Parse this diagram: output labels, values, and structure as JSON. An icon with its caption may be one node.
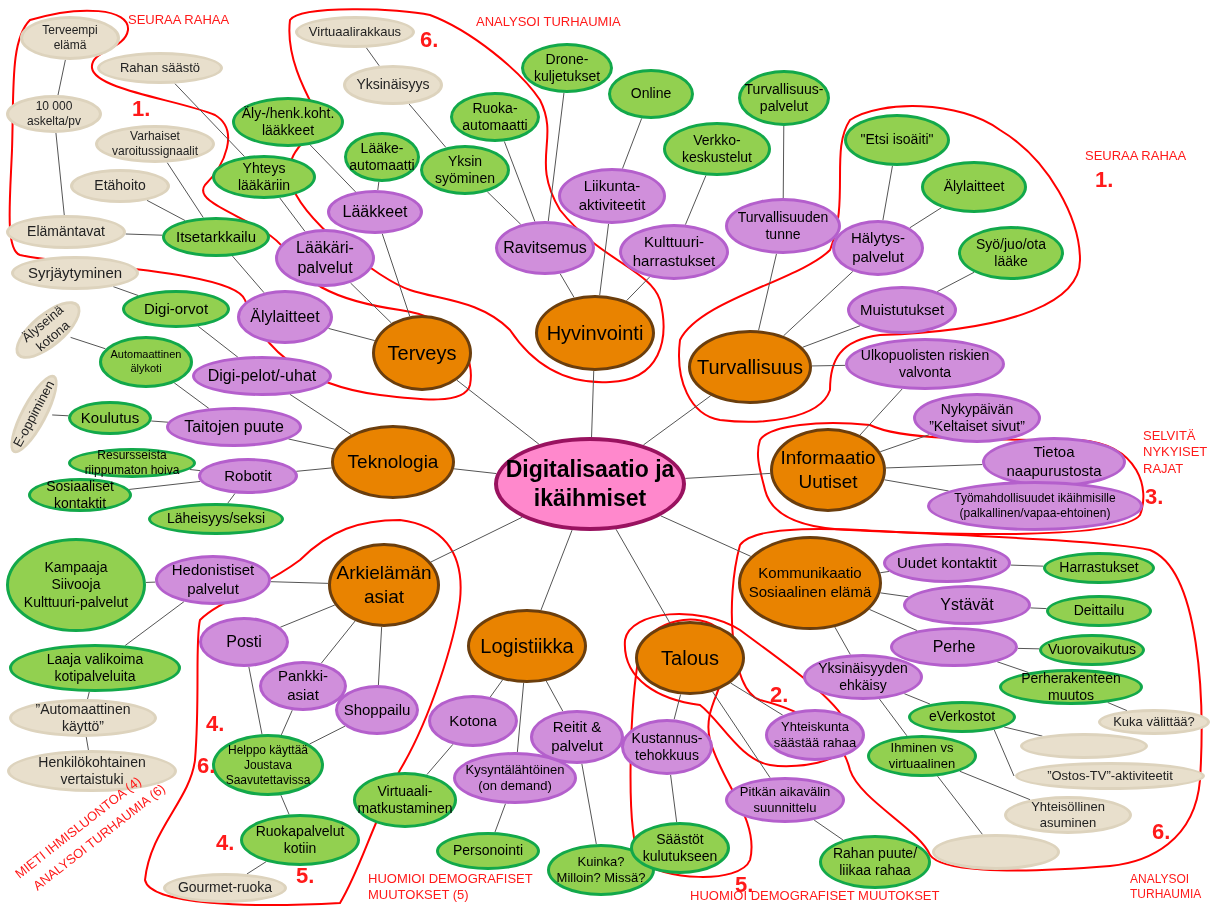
{
  "diagram": {
    "nodes": [
      {
        "text": [
          "Digitalisaatio ja ikäihmiset"
        ]
      },
      {
        "text": [
          "Terveys"
        ]
      },
      {
        "text": [
          "Hyvinvointi"
        ]
      },
      {
        "text": [
          "Turvallisuus"
        ]
      },
      {
        "text": [
          "Teknologia"
        ]
      },
      {
        "text": [
          "Informaatio",
          "Uutiset"
        ]
      },
      {
        "text": [
          "Arkielämän asiat"
        ]
      },
      {
        "text": [
          "Logistiikka"
        ]
      },
      {
        "text": [
          "Talous"
        ]
      },
      {
        "text": [
          "Kommunikaatio",
          "Sosiaalinen elämä"
        ]
      },
      {
        "text": [
          "Lääkkeet"
        ]
      },
      {
        "text": [
          "Lääkäri-palvelut"
        ]
      },
      {
        "text": [
          "Älylaitteet"
        ]
      },
      {
        "text": [
          "Äly-/henk.koht. lääkkeet"
        ]
      },
      {
        "text": [
          "Lääke-automaatti"
        ]
      },
      {
        "text": [
          "Yhteys lääkäriin"
        ]
      },
      {
        "text": [
          "Itsetarkkailu"
        ]
      },
      {
        "text": [
          "Elämäntavat"
        ]
      },
      {
        "text": [
          "Etähoito"
        ]
      },
      {
        "text": [
          "Varhaiset varoitussignaalit"
        ]
      },
      {
        "text": [
          "10 000 askelta/pv"
        ]
      },
      {
        "text": [
          "Terveempi elämä"
        ]
      },
      {
        "text": [
          "Rahan säästö"
        ]
      },
      {
        "text": [
          "Ravitsemus"
        ]
      },
      {
        "text": [
          "Liikunta-aktiviteetit"
        ]
      },
      {
        "text": [
          "Kulttuuri-harrastukset"
        ]
      },
      {
        "text": [
          "Yksin syöminen"
        ]
      },
      {
        "text": [
          "Ruoka-automaatti"
        ]
      },
      {
        "text": [
          "Drone-kuljetukset"
        ]
      },
      {
        "text": [
          "Online"
        ]
      },
      {
        "text": [
          "Verkko-keskustelut"
        ]
      },
      {
        "text": [
          "Yksinäisyys"
        ]
      },
      {
        "text": [
          "Virtuaalirakkaus"
        ]
      },
      {
        "text": [
          "Turvallisuuden tunne"
        ]
      },
      {
        "text": [
          "Hälytys-palvelut"
        ]
      },
      {
        "text": [
          "Muistutukset"
        ]
      },
      {
        "text": [
          "Ulkopuolisten riskien valvonta"
        ]
      },
      {
        "text": [
          "Turvallisuus-palvelut"
        ]
      },
      {
        "text": [
          "\"Etsi isoäiti\""
        ]
      },
      {
        "text": [
          "Älylaitteet"
        ]
      },
      {
        "text": [
          "Syö/juo/ota lääke"
        ]
      },
      {
        "text": [
          "Nykypäivän ”Keltaiset sivut”"
        ]
      },
      {
        "text": [
          "Tietoa naapurustosta"
        ]
      },
      {
        "text": [
          "Työmahdollisuudet ikäihmisille (palkallinen/vapaa-ehtoinen)"
        ]
      },
      {
        "text": [
          "Digi-pelot/-uhat"
        ]
      },
      {
        "text": [
          "Taitojen puute"
        ]
      },
      {
        "text": [
          "Robotit"
        ]
      },
      {
        "text": [
          "Digi-orvot"
        ]
      },
      {
        "text": [
          "Automaattinen älykoti"
        ]
      },
      {
        "text": [
          "Koulutus"
        ]
      },
      {
        "text": [
          "Syrjäytyminen"
        ]
      },
      {
        "text": [
          "Älyseinä kotona"
        ]
      },
      {
        "text": [
          "E-oppiminen"
        ]
      },
      {
        "text": [
          "Resursseista riippumaton hoiva"
        ]
      },
      {
        "text": [
          "Sosiaaliset kontaktit"
        ]
      },
      {
        "text": [
          "Läheisyys/seksi"
        ]
      },
      {
        "text": [
          "Hedonistiset palvelut"
        ]
      },
      {
        "text": [
          "Posti"
        ]
      },
      {
        "text": [
          "Pankki-asiat"
        ]
      },
      {
        "text": [
          "Shoppailu"
        ]
      },
      {
        "text": [
          "Kampaaja",
          "Siivooja",
          "Kulttuuri-palvelut"
        ]
      },
      {
        "text": [
          "Laaja valikoima kotipalveluita"
        ]
      },
      {
        "text": [
          "”Automaattinen käyttö”"
        ]
      },
      {
        "text": [
          "Henkilökohtainen vertaistuki"
        ]
      },
      {
        "text": [
          "Helppo käyttää",
          "Joustava",
          "Saavutettavissa"
        ]
      },
      {
        "text": [
          "Ruokapalvelut kotiin"
        ]
      },
      {
        "text": [
          "Gourmet-ruoka"
        ]
      },
      {
        "text": [
          "Kotona"
        ]
      },
      {
        "text": [
          "Kysyntälähtöinen (on demand)"
        ]
      },
      {
        "text": [
          "Reitit & palvelut"
        ]
      },
      {
        "text": [
          "Virtuaali-matkustaminen"
        ]
      },
      {
        "text": [
          "Personointi"
        ]
      },
      {
        "text": [
          "Kuinka? Milloin? Missä?"
        ]
      },
      {
        "text": [
          "Kustannus-tehokkuus"
        ]
      },
      {
        "text": [
          "Yhteiskunta säästää rahaa"
        ]
      },
      {
        "text": [
          "Pitkän aikavälin suunnittelu"
        ]
      },
      {
        "text": [
          "Säästöt kulutukseen"
        ]
      },
      {
        "text": [
          "Rahan puute/ liikaa rahaa"
        ]
      },
      {
        "text": [
          "Uudet kontaktit"
        ]
      },
      {
        "text": [
          "Ystävät"
        ]
      },
      {
        "text": [
          "Perhe"
        ]
      },
      {
        "text": [
          "Yksinäisyyden ehkäisy"
        ]
      },
      {
        "text": [
          "Harrastukset"
        ]
      },
      {
        "text": [
          "Deittailu"
        ]
      },
      {
        "text": [
          "Vuorovaikutus"
        ]
      },
      {
        "text": [
          "Perherakenteen muutos"
        ]
      },
      {
        "text": [
          "Kuka välittää?"
        ]
      },
      {
        "text": [
          "eVerkostot"
        ]
      },
      {
        "text": [
          "Ihminen vs virtuaalinen"
        ]
      },
      {
        "text": [],
        "shape": "ellipse"
      },
      {
        "text": [
          "”Ostos-TV”-aktiviteetit"
        ]
      },
      {
        "text": [
          "Yhteisöllinen asuminen"
        ]
      },
      {
        "text": [],
        "shape": "ellipse"
      }
    ],
    "edges": [
      {
        "from": 0,
        "to": 1,
        "arrow": "none"
      },
      {
        "from": 0,
        "to": 2,
        "arrow": "none"
      },
      {
        "from": 0,
        "to": 3,
        "arrow": "none"
      },
      {
        "from": 0,
        "to": 4,
        "arrow": "none"
      },
      {
        "from": 0,
        "to": 5,
        "arrow": "none"
      },
      {
        "from": 0,
        "to": 6,
        "arrow": "none"
      },
      {
        "from": 0,
        "to": 7,
        "arrow": "none"
      },
      {
        "from": 0,
        "to": 8,
        "arrow": "none"
      },
      {
        "from": 0,
        "to": 9,
        "arrow": "none"
      },
      {
        "from": 1,
        "to": 10,
        "arrow": "none"
      },
      {
        "from": 1,
        "to": 11,
        "arrow": "none"
      },
      {
        "from": 1,
        "to": 12,
        "arrow": "none"
      },
      {
        "from": 10,
        "to": 13,
        "arrow": "none"
      },
      {
        "from": 10,
        "to": 14,
        "arrow": "none"
      },
      {
        "from": 11,
        "to": 15,
        "arrow": "none"
      },
      {
        "from": 12,
        "to": 16,
        "arrow": "none"
      },
      {
        "from": 16,
        "to": 17,
        "arrow": "none"
      },
      {
        "from": 16,
        "to": 18,
        "arrow": "none"
      },
      {
        "from": 16,
        "to": 19,
        "arrow": "none"
      },
      {
        "from": 15,
        "to": 22,
        "arrow": "none"
      },
      {
        "from": 17,
        "to": 20,
        "arrow": "none"
      },
      {
        "from": 20,
        "to": 21,
        "arrow": "none"
      },
      {
        "from": 2,
        "to": 23,
        "arrow": "none"
      },
      {
        "from": 2,
        "to": 24,
        "arrow": "none"
      },
      {
        "from": 2,
        "to": 25,
        "arrow": "none"
      },
      {
        "from": 23,
        "to": 26,
        "arrow": "none"
      },
      {
        "from": 23,
        "to": 27,
        "arrow": "none"
      },
      {
        "from": 23,
        "to": 28,
        "arrow": "none"
      },
      {
        "from": 24,
        "to": 29,
        "arrow": "none"
      },
      {
        "from": 25,
        "to": 30,
        "arrow": "none"
      },
      {
        "from": 26,
        "to": 31,
        "arrow": "none"
      },
      {
        "from": 31,
        "to": 32,
        "arrow": "none"
      },
      {
        "from": 3,
        "to": 33,
        "arrow": "none"
      },
      {
        "from": 3,
        "to": 34,
        "arrow": "none"
      },
      {
        "from": 3,
        "to": 35,
        "arrow": "none"
      },
      {
        "from": 3,
        "to": 36,
        "arrow": "none"
      },
      {
        "from": 33,
        "to": 37,
        "arrow": "none"
      },
      {
        "from": 34,
        "to": 38,
        "arrow": "none"
      },
      {
        "from": 34,
        "to": 39,
        "arrow": "none"
      },
      {
        "from": 35,
        "to": 40,
        "arrow": "none"
      },
      {
        "from": 5,
        "to": 36,
        "arrow": "none"
      },
      {
        "from": 5,
        "to": 41,
        "arrow": "none"
      },
      {
        "from": 5,
        "to": 42,
        "arrow": "none"
      },
      {
        "from": 5,
        "to": 43,
        "arrow": "none"
      },
      {
        "from": 4,
        "to": 44,
        "arrow": "none"
      },
      {
        "from": 4,
        "to": 45,
        "arrow": "none"
      },
      {
        "from": 4,
        "to": 46,
        "arrow": "none"
      },
      {
        "from": 44,
        "to": 47,
        "arrow": "none"
      },
      {
        "from": 47,
        "to": 50,
        "arrow": "none"
      },
      {
        "from": 45,
        "to": 48,
        "arrow": "none"
      },
      {
        "from": 48,
        "to": 51,
        "arrow": "none"
      },
      {
        "from": 45,
        "to": 49,
        "arrow": "none"
      },
      {
        "from": 49,
        "to": 52,
        "arrow": "none"
      },
      {
        "from": 46,
        "to": 53,
        "arrow": "none"
      },
      {
        "from": 46,
        "to": 54,
        "arrow": "none"
      },
      {
        "from": 46,
        "to": 55,
        "arrow": "none"
      },
      {
        "from": 6,
        "to": 56,
        "arrow": "none"
      },
      {
        "from": 6,
        "to": 57,
        "arrow": "none"
      },
      {
        "from": 6,
        "to": 58,
        "arrow": "none"
      },
      {
        "from": 6,
        "to": 59,
        "arrow": "none"
      },
      {
        "from": 56,
        "to": 60,
        "arrow": "none"
      },
      {
        "from": 56,
        "to": 61,
        "arrow": "none"
      },
      {
        "from": 61,
        "to": 62,
        "arrow": "none"
      },
      {
        "from": 62,
        "to": 63,
        "arrow": "none"
      },
      {
        "from": 57,
        "to": 64,
        "arrow": "none"
      },
      {
        "from": 58,
        "to": 64,
        "arrow": "none"
      },
      {
        "from": 59,
        "to": 64,
        "arrow": "none"
      },
      {
        "from": 64,
        "to": 65,
        "arrow": "none"
      },
      {
        "from": 65,
        "to": 66,
        "arrow": "none"
      },
      {
        "from": 7,
        "to": 67,
        "arrow": "none"
      },
      {
        "from": 7,
        "to": 68,
        "arrow": "none"
      },
      {
        "from": 7,
        "to": 69,
        "arrow": "none"
      },
      {
        "from": 67,
        "to": 70,
        "arrow": "none"
      },
      {
        "from": 68,
        "to": 71,
        "arrow": "none"
      },
      {
        "from": 69,
        "to": 72,
        "arrow": "none"
      },
      {
        "from": 8,
        "to": 73,
        "arrow": "none"
      },
      {
        "from": 8,
        "to": 74,
        "arrow": "none"
      },
      {
        "from": 8,
        "to": 75,
        "arrow": "none"
      },
      {
        "from": 73,
        "to": 76,
        "arrow": "none"
      },
      {
        "from": 75,
        "to": 77,
        "arrow": "none"
      },
      {
        "from": 9,
        "to": 78,
        "arrow": "none"
      },
      {
        "from": 9,
        "to": 79,
        "arrow": "none"
      },
      {
        "from": 9,
        "to": 80,
        "arrow": "none"
      },
      {
        "from": 9,
        "to": 81,
        "arrow": "none"
      },
      {
        "from": 78,
        "to": 82,
        "arrow": "none"
      },
      {
        "from": 79,
        "to": 83,
        "arrow": "none"
      },
      {
        "from": 80,
        "to": 84,
        "arrow": "none"
      },
      {
        "from": 80,
        "to": 85,
        "arrow": "none"
      },
      {
        "from": 85,
        "to": 86,
        "arrow": "none"
      },
      {
        "from": 81,
        "to": 87,
        "arrow": "none"
      },
      {
        "from": 81,
        "to": 88,
        "arrow": "none"
      },
      {
        "from": 87,
        "to": 89,
        "arrow": "none"
      },
      {
        "from": 87,
        "to": 90,
        "arrow": "none"
      },
      {
        "from": 88,
        "to": 91,
        "arrow": "none"
      },
      {
        "from": 88,
        "to": 92,
        "arrow": "none"
      }
    ],
    "labels": [
      "SEURAA RAHAA",
      "1.",
      "6.",
      "ANALYSOI TURHAUMIA",
      "SEURAA RAHAA",
      "1.",
      "SELVITÄ NYKYISET RAJAT",
      "3.",
      "2.",
      "4.",
      "6.",
      "4.",
      "5.",
      "MIETI IHMISLUONTOA (4)",
      "ANALYSOI TURHAUMIA (6)",
      "HUOMIOI DEMOGRAFISET MUUTOKSET (5)",
      "5.",
      "HUOMIOI DEMOGRAFISET MUUTOKSET",
      "6.",
      "ANALYSOI TURHAUMIA"
    ]
  }
}
